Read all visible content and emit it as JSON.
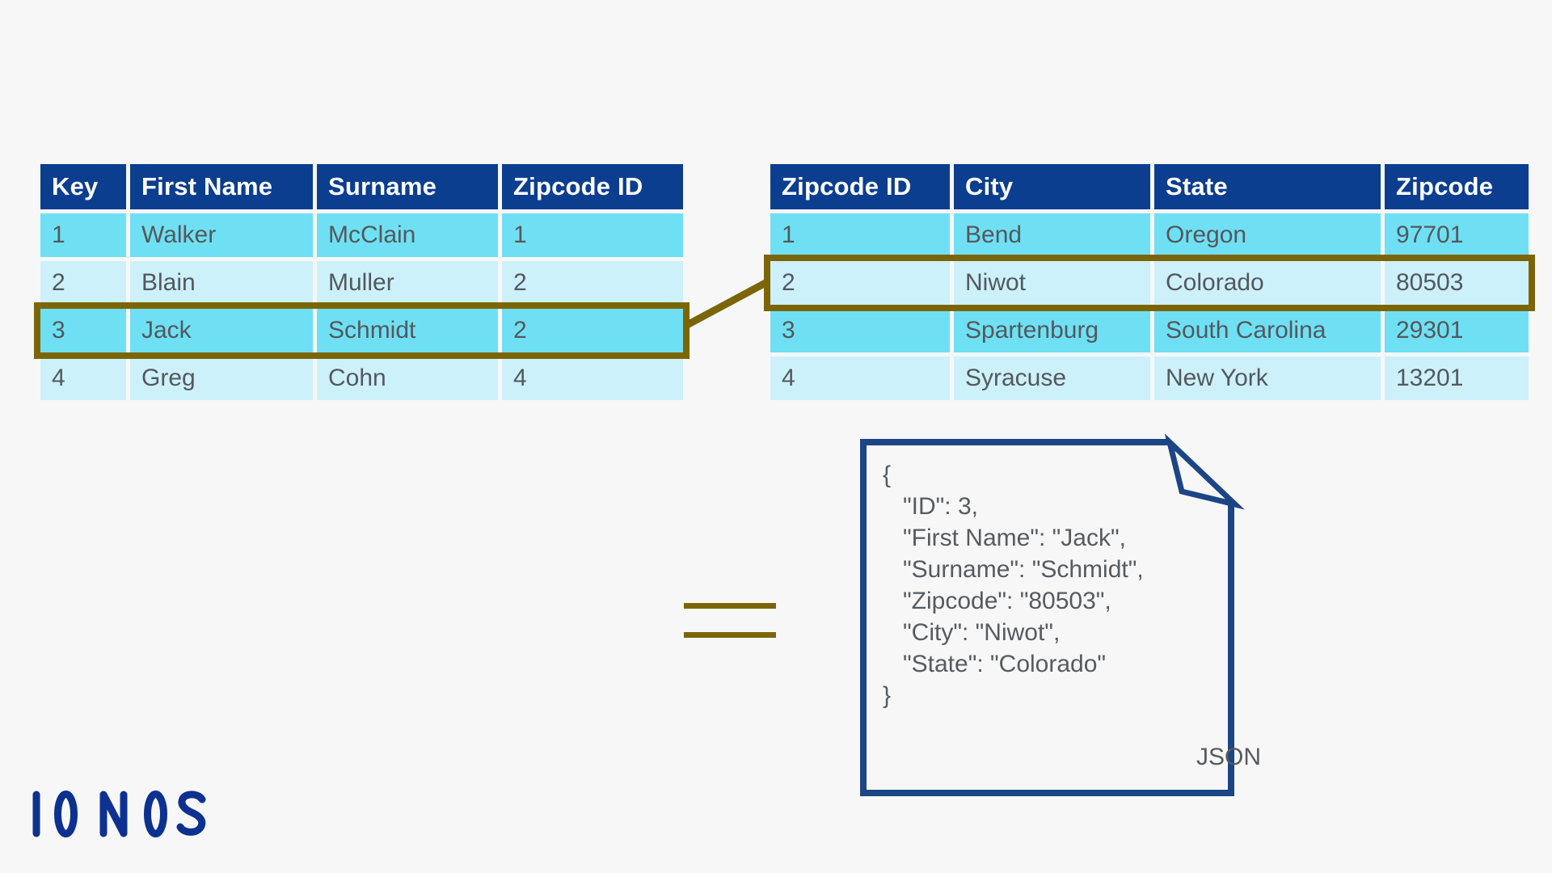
{
  "colors": {
    "background": "#f7f7f8",
    "table_header_blue": "#0c3e8f",
    "row_cyan": "#6fe0f3",
    "row_light_cyan": "#ccf1fb",
    "highlight_olive": "#7c6507",
    "cell_text_gray": "#54585d",
    "document_border_navy": "#1c4586",
    "document_text_gray": "#565b60",
    "logo_navy": "#0c3190"
  },
  "left_table": {
    "columns": [
      "Key",
      "First Name",
      "Surname",
      "Zipcode ID"
    ],
    "rows": [
      [
        "1",
        "Walker",
        "McClain",
        "1"
      ],
      [
        "2",
        "Blain",
        "Muller",
        "2"
      ],
      [
        "3",
        "Jack",
        "Schmidt",
        "2"
      ],
      [
        "4",
        "Greg",
        "Cohn",
        "4"
      ]
    ],
    "highlighted_row_key": "3"
  },
  "right_table": {
    "columns": [
      "Zipcode ID",
      "City",
      "State",
      "Zipcode"
    ],
    "rows": [
      [
        "1",
        "Bend",
        "Oregon",
        "97701"
      ],
      [
        "2",
        "Niwot",
        "Colorado",
        "80503"
      ],
      [
        "3",
        "Spartenburg",
        "South Carolina",
        "29301"
      ],
      [
        "4",
        "Syracuse",
        "New York",
        "13201"
      ]
    ],
    "highlighted_row_key": "2"
  },
  "equals_sign": "=",
  "json_document": {
    "lines": [
      "{",
      "   \"ID\": 3,",
      "   \"First Name\": \"Jack\",",
      "   \"Surname\": \"Schmidt\",",
      "   \"Zipcode\": \"80503\",",
      "   \"City\": \"Niwot\",",
      "   \"State\": \"Colorado\"",
      "}"
    ],
    "label": "JSON"
  },
  "logo": {
    "text": "IONOS"
  }
}
